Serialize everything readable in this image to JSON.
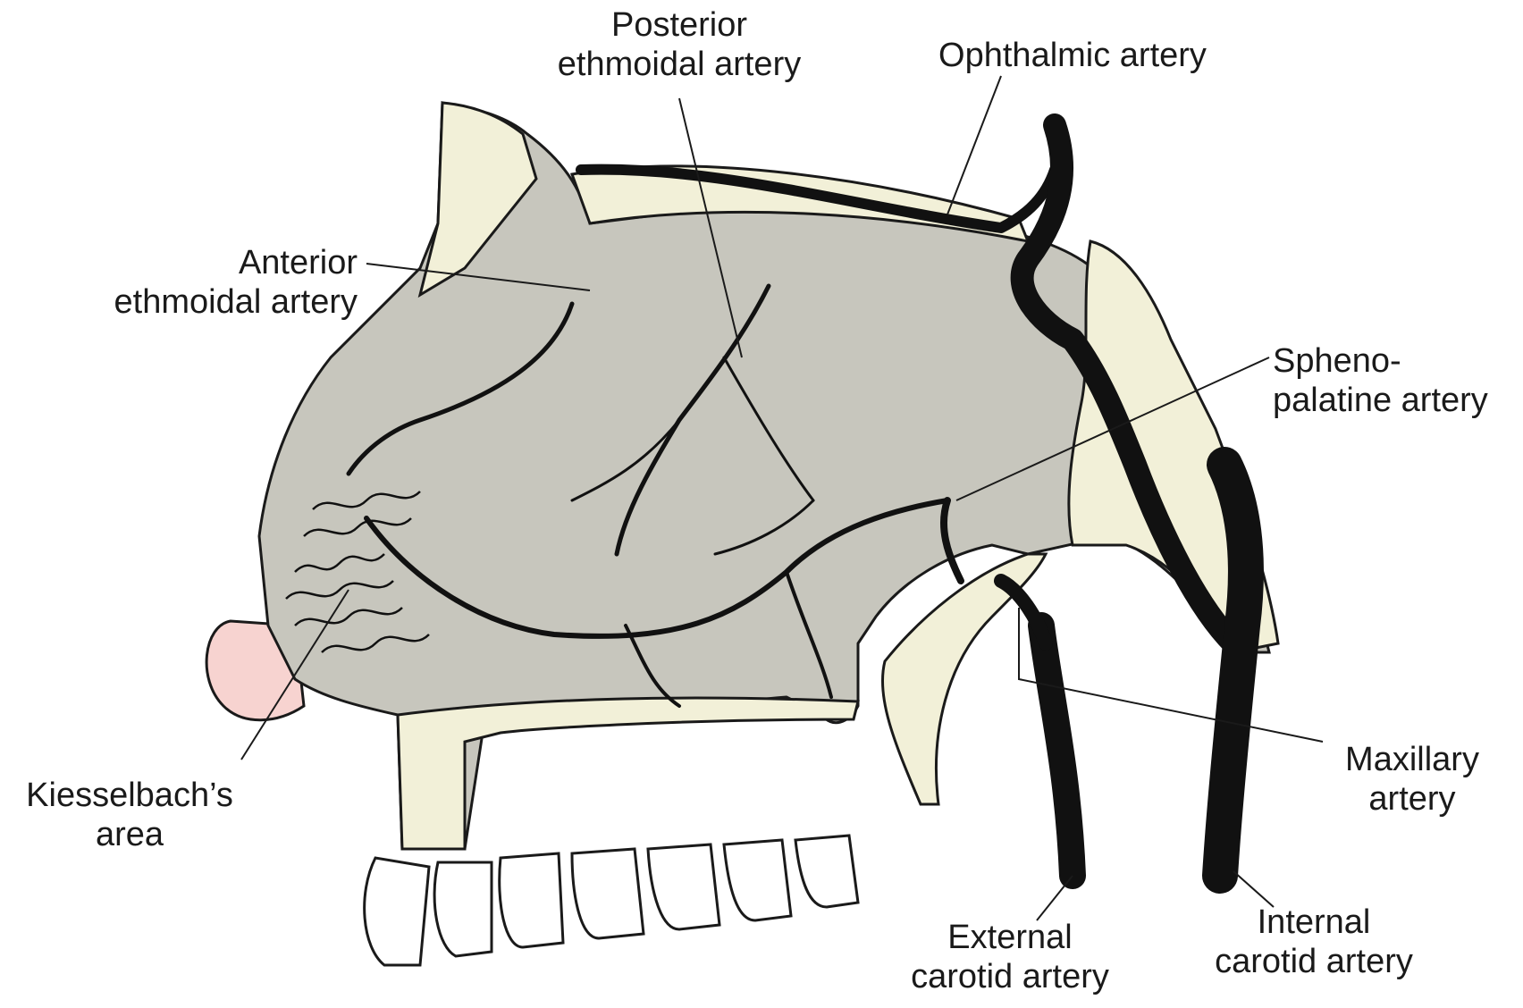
{
  "labels": {
    "posterior_ethmoidal": [
      "Posterior",
      "ethmoidal artery"
    ],
    "ophthalmic": [
      "Ophthalmic artery"
    ],
    "anterior_ethmoidal": [
      "Anterior",
      "ethmoidal artery"
    ],
    "sphenopalatine": [
      "Spheno-",
      "palatine artery"
    ],
    "maxillary": [
      "Maxillary",
      "artery"
    ],
    "kiesselbach": [
      "Kiesselbach’s",
      "area"
    ],
    "external_carotid": [
      "External",
      "carotid artery"
    ],
    "internal_carotid": [
      "Internal",
      "carotid artery"
    ]
  },
  "colors": {
    "tissue": "#c7c6bd",
    "bone": "#f2f0d8",
    "artery": "#111111",
    "nose_tip": "#f7d3d0",
    "outline": "#1a1a1a"
  }
}
